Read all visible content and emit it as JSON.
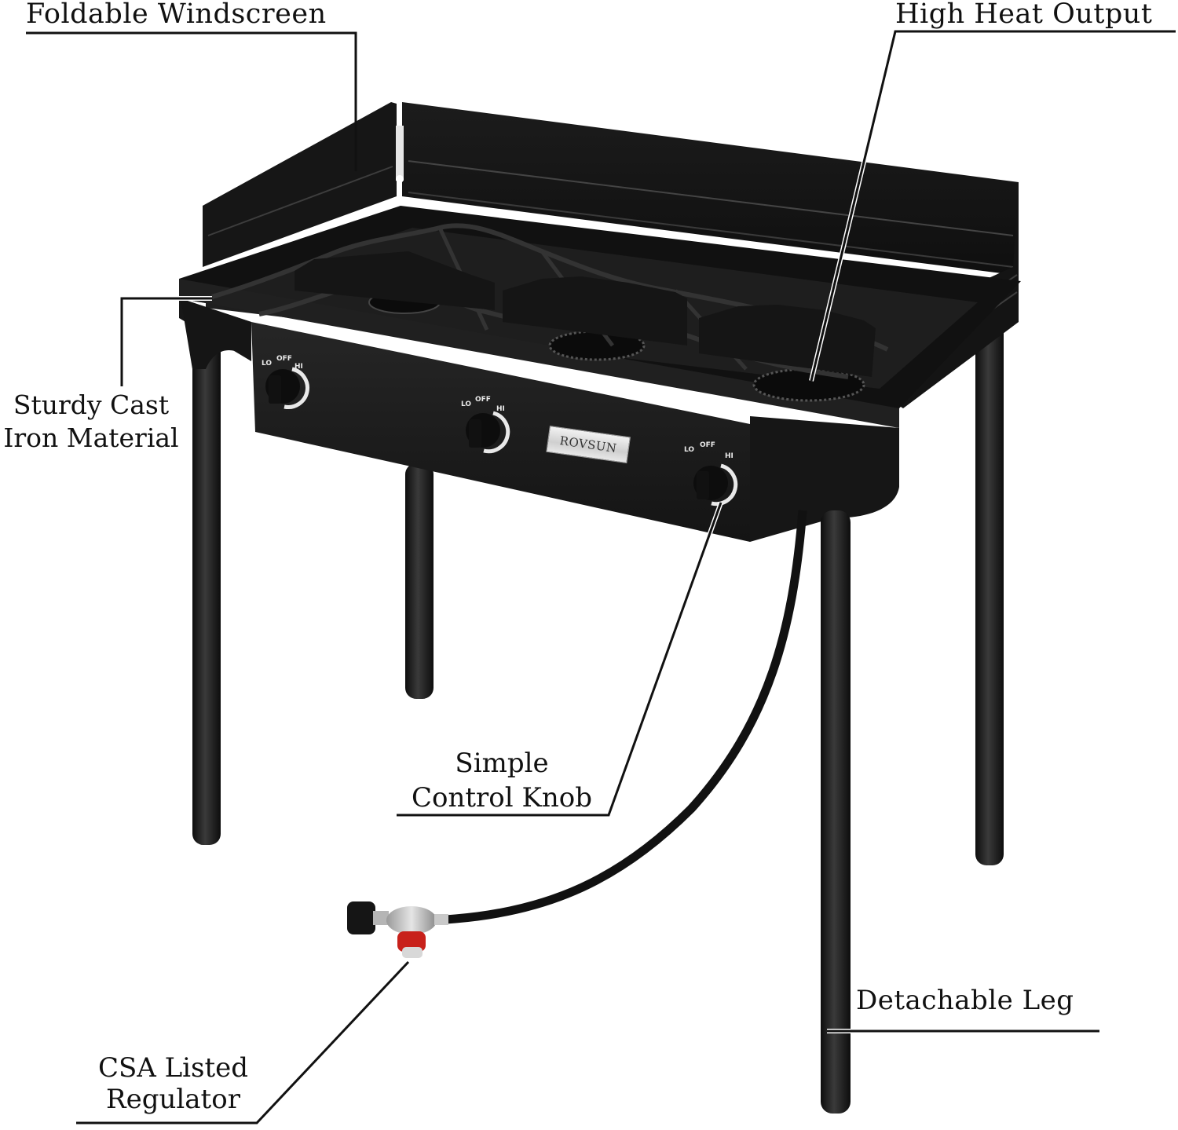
{
  "image": {
    "type": "product feature callout",
    "product": "three-burner outdoor camping stove",
    "background_color": "#ffffff",
    "product_color": "#1b1b1b",
    "accent_red": "#c8211b"
  },
  "brand_plate": {
    "text": "ROVSUN"
  },
  "knobs": [
    {
      "id": "left",
      "lo": "LO",
      "off": "OFF",
      "hi": "HI"
    },
    {
      "id": "middle",
      "lo": "LO",
      "off": "OFF",
      "hi": "HI"
    },
    {
      "id": "right",
      "lo": "LO",
      "off": "OFF",
      "hi": "HI"
    }
  ],
  "callouts": {
    "windscreen": {
      "label": "Foldable Windscreen"
    },
    "heat": {
      "label": "High Heat Output"
    },
    "iron": {
      "line1": "Sturdy Cast",
      "line2": "Iron Material"
    },
    "knob": {
      "line1": "Simple",
      "line2": "Control Knob"
    },
    "leg": {
      "label": "Detachable Leg"
    },
    "regulator": {
      "line1": "CSA Listed",
      "line2": "Regulator"
    }
  }
}
